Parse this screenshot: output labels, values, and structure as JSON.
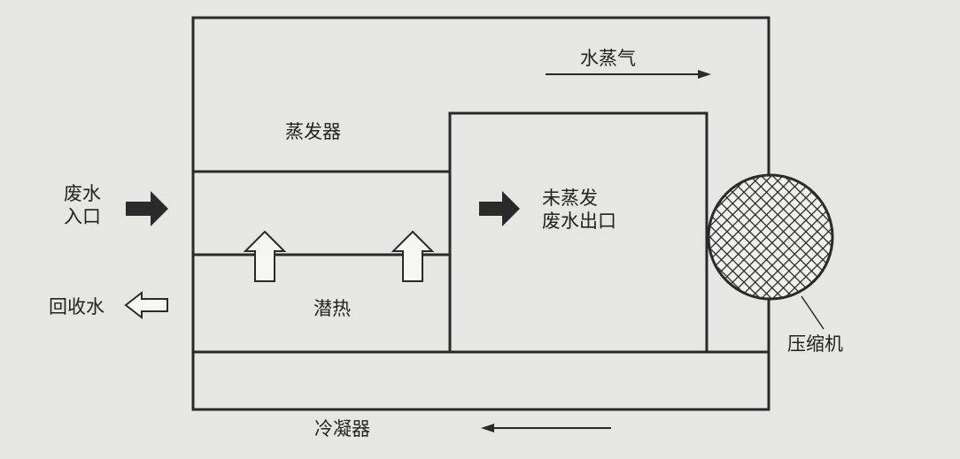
{
  "diagram": {
    "labels": {
      "vapor": "水蒸气",
      "evaporator": "蒸发器",
      "wastewater_in": "废水\n入口",
      "recovered_water": "回收水",
      "unevaporated_out": "未蒸发\n废水出口",
      "latent_heat": "潜热",
      "compressor": "压缩机",
      "condenser": "冷凝器"
    }
  }
}
